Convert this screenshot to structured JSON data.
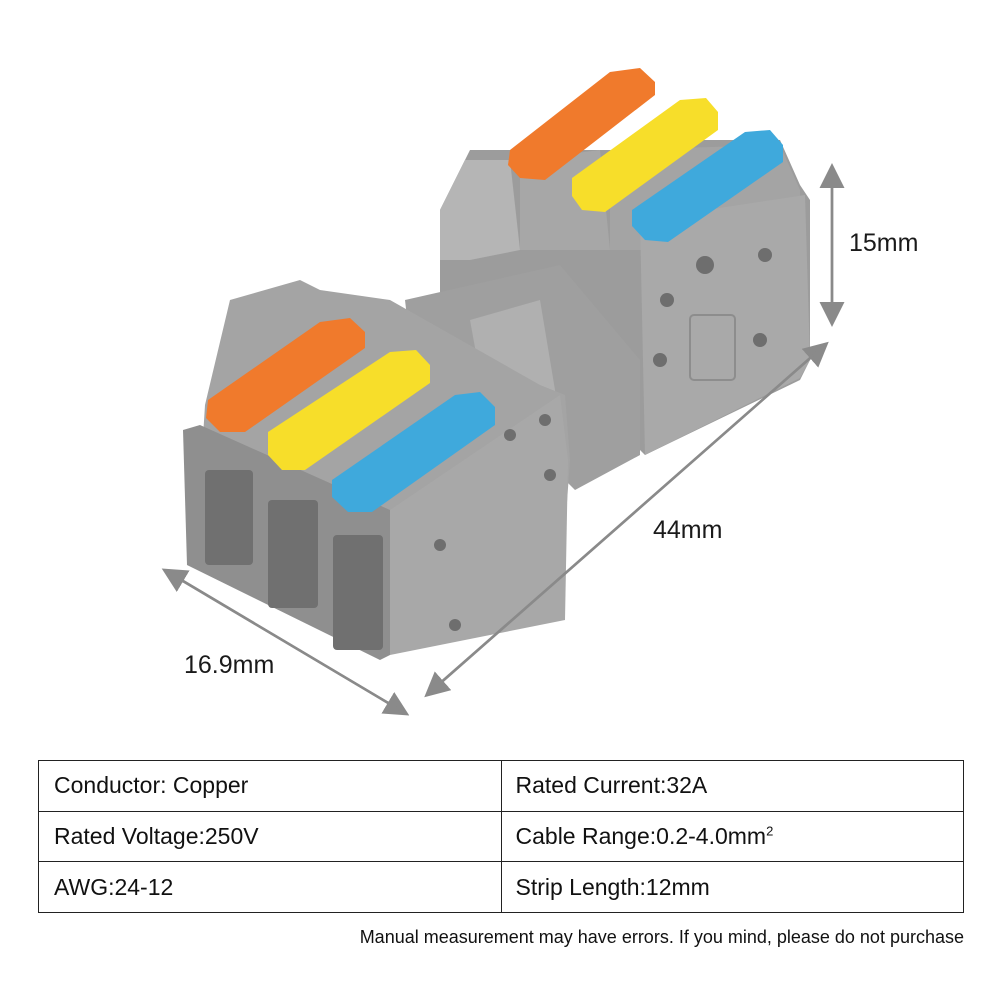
{
  "dimensions": {
    "height": "15mm",
    "length": "44mm",
    "width": "16.9mm"
  },
  "specs": {
    "rows": [
      {
        "left": "Conductor: Copper",
        "right": "Rated Current:32A"
      },
      {
        "left": "Rated Voltage:250V",
        "right": "Cable Range:0.2-4.0mm",
        "right_sup": "2"
      },
      {
        "left": "AWG:24-12",
        "right": "Strip Length:12mm"
      }
    ]
  },
  "disclaimer": "Manual measurement may have errors. If you mind, please do not purchase",
  "colors": {
    "housing": "#9a9a9a",
    "lever_orange": "#f07a2c",
    "lever_yellow": "#f7de2a",
    "lever_blue": "#3fa9dc",
    "dimension_line": "#8a8a8a"
  },
  "icons": {
    "product": "wire-connector-illustration"
  }
}
